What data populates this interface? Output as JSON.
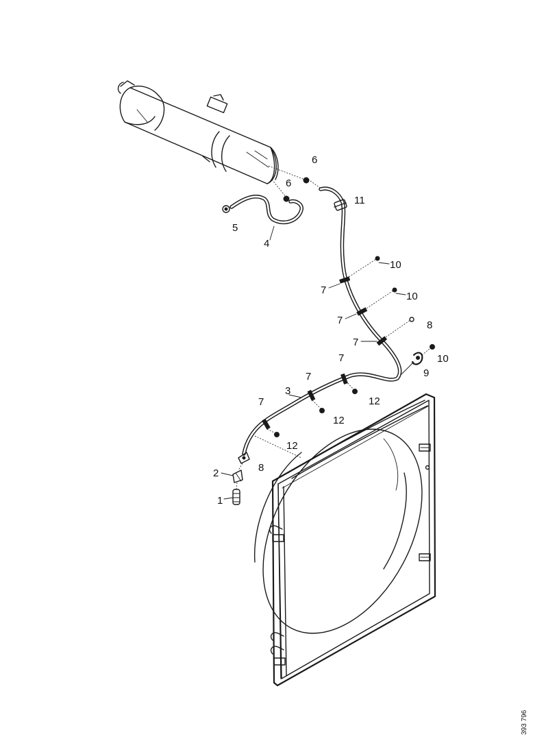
{
  "callouts": [
    {
      "id": "c1",
      "label": "1"
    },
    {
      "id": "c2",
      "label": "2"
    },
    {
      "id": "c3",
      "label": "3"
    },
    {
      "id": "c4",
      "label": "4"
    },
    {
      "id": "c5",
      "label": "5"
    },
    {
      "id": "c6a",
      "label": "6"
    },
    {
      "id": "c6b",
      "label": "6"
    },
    {
      "id": "c7a",
      "label": "7"
    },
    {
      "id": "c7b",
      "label": "7"
    },
    {
      "id": "c7c",
      "label": "7"
    },
    {
      "id": "c7d",
      "label": "7"
    },
    {
      "id": "c7e",
      "label": "7"
    },
    {
      "id": "c7f",
      "label": "7"
    },
    {
      "id": "c8a",
      "label": "8"
    },
    {
      "id": "c8b",
      "label": "8"
    },
    {
      "id": "c9",
      "label": "9"
    },
    {
      "id": "c10a",
      "label": "10"
    },
    {
      "id": "c10b",
      "label": "10"
    },
    {
      "id": "c10c",
      "label": "10"
    },
    {
      "id": "c11",
      "label": "11"
    },
    {
      "id": "c12a",
      "label": "12"
    },
    {
      "id": "c12b",
      "label": "12"
    },
    {
      "id": "c12c",
      "label": "12"
    }
  ],
  "reference_number": "393 796"
}
